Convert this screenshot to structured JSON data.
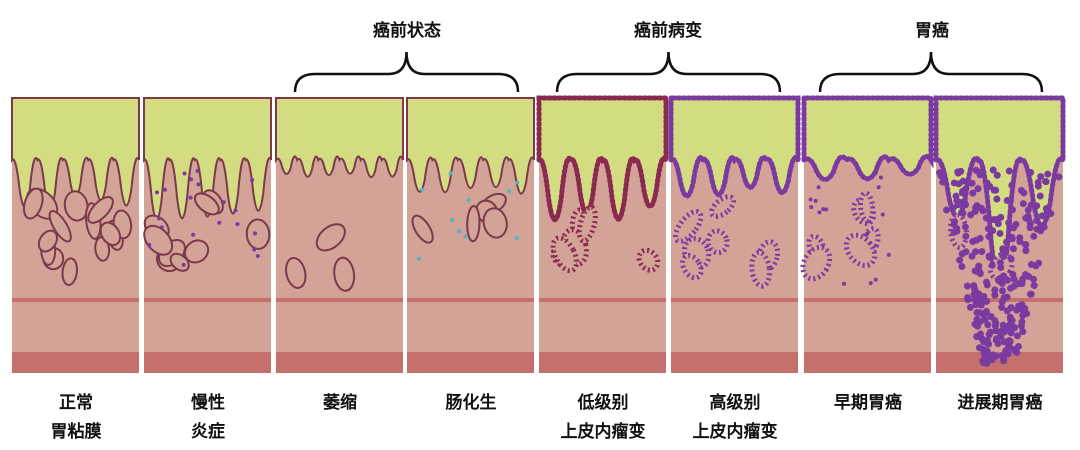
{
  "groups": [
    {
      "title": "癌前状态"
    },
    {
      "title": "癌前病变"
    },
    {
      "title": "胃癌"
    }
  ],
  "stages": [
    {
      "line1": "正常",
      "line2": "胃粘膜"
    },
    {
      "line1": "慢性",
      "line2": "炎症"
    },
    {
      "line1": "萎缩",
      "line2": ""
    },
    {
      "line1": "肠化生",
      "line2": ""
    },
    {
      "line1": "低级别",
      "line2": "上皮内瘤变"
    },
    {
      "line1": "高级别",
      "line2": "上皮内瘤变"
    },
    {
      "line1": "早期胃癌",
      "line2": ""
    },
    {
      "line1": "进展期胃癌",
      "line2": ""
    }
  ],
  "colors": {
    "lumen": "#d4dc82",
    "mucosa": "#d4a398",
    "band": "#c4706c",
    "outline": "#7a3a4a",
    "cell": "#7b3aa0",
    "metaplasia": "#4fb3c8"
  }
}
